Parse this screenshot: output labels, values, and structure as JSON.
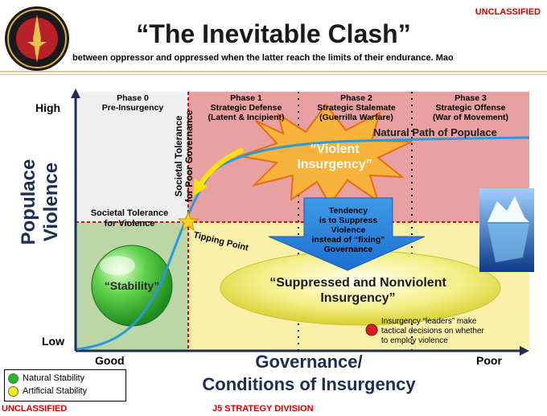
{
  "header": {
    "classification_top": "UNCLASSIFIED",
    "title": "“The Inevitable Clash”",
    "subtitle": "between oppressor and oppressed when the latter reach the limits of their endurance.  Mao"
  },
  "phases": [
    {
      "name": "Phase 0",
      "line1": "Pre-Insurgency",
      "line2": ""
    },
    {
      "name": "Phase 1",
      "line1": "Strategic Defense",
      "line2": "(Latent & Incipient)"
    },
    {
      "name": "Phase 2",
      "line1": "Strategic Stalemate",
      "line2": "(Guerrilla Warfare)"
    },
    {
      "name": "Phase 3",
      "line1": "Strategic Offense",
      "line2": "(War of Movement)"
    }
  ],
  "axes": {
    "y_label": "Populace Violence",
    "y_high": "High",
    "y_low": "Low",
    "x_label_line1": "Governance/",
    "x_label_line2": "Conditions of Insurgency",
    "x_good": "Good",
    "x_poor": "Poor"
  },
  "labels": {
    "societal_tolerance_governance_line1": "Societal Tolerance",
    "societal_tolerance_governance_line2": "for Poor Governance",
    "societal_tolerance_violence_line1": "Societal Tolerance",
    "societal_tolerance_violence_line2": "for Violence",
    "natural_path": "Natural Path of Populace",
    "violent_line1": "“Violent",
    "violent_line2": "Insurgency”",
    "tendency": [
      "Tendency",
      "is to Suppress",
      "Violence",
      "instead of “fixing”",
      "Governance"
    ],
    "tipping_point": "Tipping Point",
    "stability": "“Stability”",
    "suppressed_line1": "“Suppressed and Nonviolent",
    "suppressed_line2": "Insurgency”",
    "leaders": [
      "Insurgency “leaders” make",
      "tactical decisions on whether",
      "to employ violence"
    ]
  },
  "legend": [
    {
      "label": "Natural Stability",
      "color": "#22bb22"
    },
    {
      "label": "Artificial Stability",
      "color": "#f2f200"
    }
  ],
  "footer": {
    "classification_bottom": "UNCLASSIFIED",
    "division": "J5 STRATEGY DIVISION"
  },
  "colors": {
    "phase0_bg": "#efefef",
    "violent_region": "#e8a0a0",
    "suppressed_region": "#fbf0a8",
    "stability_region": "#bcd6a8",
    "dashed_line": "#cc1111",
    "curve": "#2a9bd8",
    "axis": "#1f2d55",
    "classification": "#d40000"
  }
}
